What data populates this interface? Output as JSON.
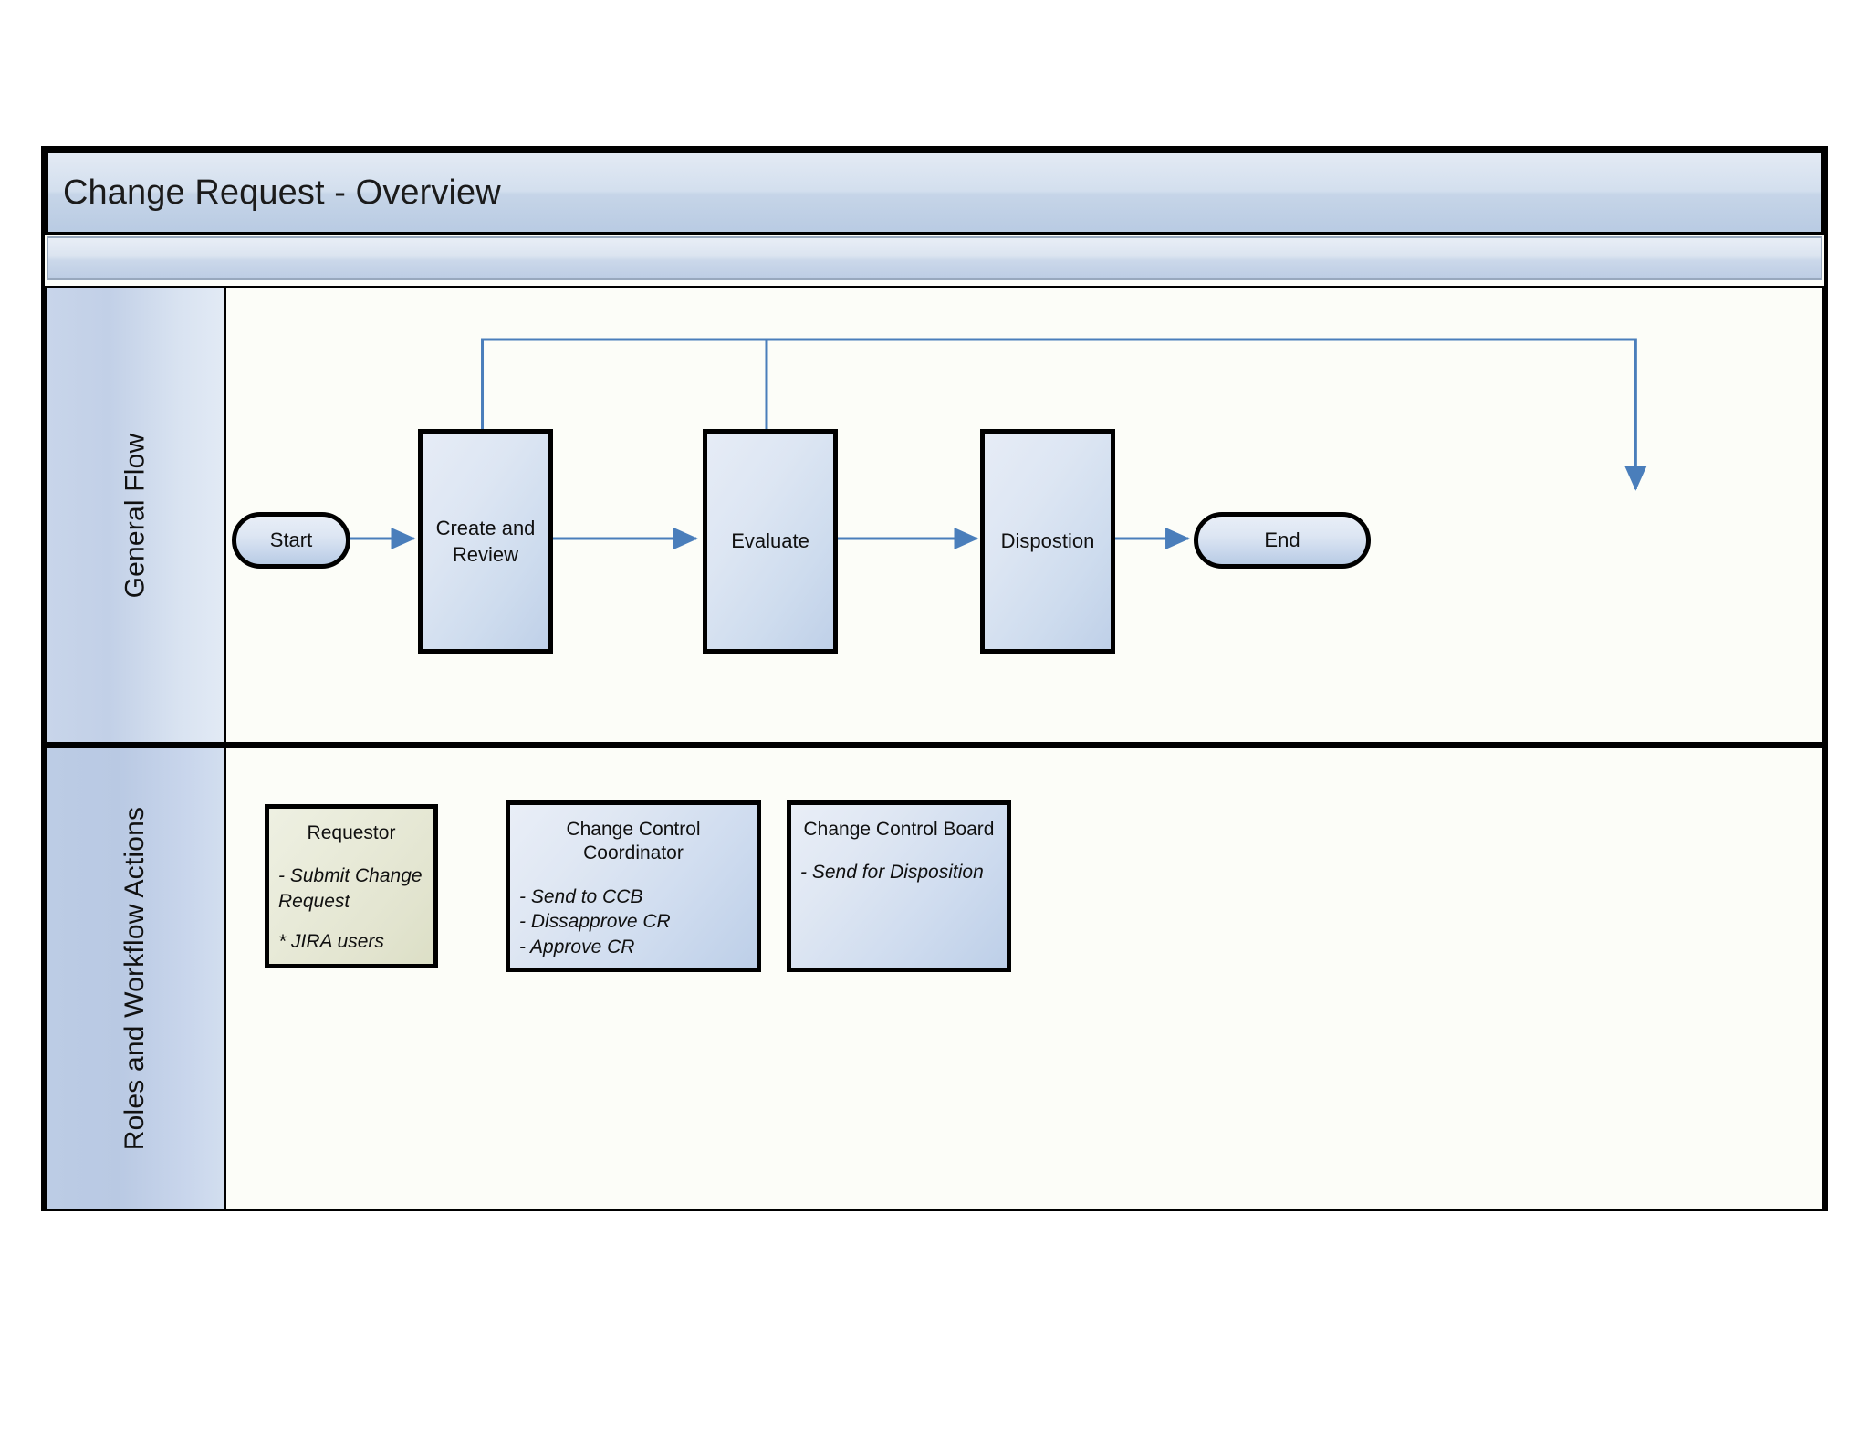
{
  "diagram": {
    "title": "Change Request - Overview",
    "subtitle": "",
    "accent_color": "#4a7ebb",
    "shape_fill": "#cedcee",
    "beige_fill": "#e2e4cf",
    "border_color": "#000000"
  },
  "lanes": [
    {
      "id": "general-flow",
      "label": "General Flow",
      "shapes": [
        {
          "id": "start",
          "type": "terminator",
          "label": "Start"
        },
        {
          "id": "create",
          "type": "process",
          "label": "Create and\nReview"
        },
        {
          "id": "evaluate",
          "type": "process",
          "label": "Evaluate"
        },
        {
          "id": "dispo",
          "type": "process",
          "label": "Dispostion"
        },
        {
          "id": "end",
          "type": "terminator",
          "label": "End"
        }
      ],
      "connectors": [
        {
          "from": "start",
          "to": "create",
          "kind": "arrow"
        },
        {
          "from": "create",
          "to": "evaluate",
          "kind": "arrow"
        },
        {
          "from": "evaluate",
          "to": "dispo",
          "kind": "arrow"
        },
        {
          "from": "dispo",
          "to": "end",
          "kind": "arrow"
        },
        {
          "from": "create",
          "to": "end",
          "kind": "loop-arrow"
        },
        {
          "from": "evaluate",
          "to": "end",
          "kind": "loop-arrow"
        }
      ]
    },
    {
      "id": "roles-and-workflow-actions",
      "label": "Roles and Workflow Actions",
      "role_boxes": [
        {
          "id": "requestor",
          "title": "Requestor",
          "fill": "beige",
          "actions": [
            "- Submit Change Request",
            "",
            "* JIRA users"
          ]
        },
        {
          "id": "change-control-coordinator",
          "title": "Change Control Coordinator",
          "fill": "blue",
          "actions": [
            "- Send to CCB",
            "- Dissapprove CR",
            "- Approve CR"
          ]
        },
        {
          "id": "change-control-board",
          "title": "Change Control Board",
          "fill": "blue",
          "actions": [
            "- Send for Disposition"
          ]
        }
      ]
    }
  ]
}
